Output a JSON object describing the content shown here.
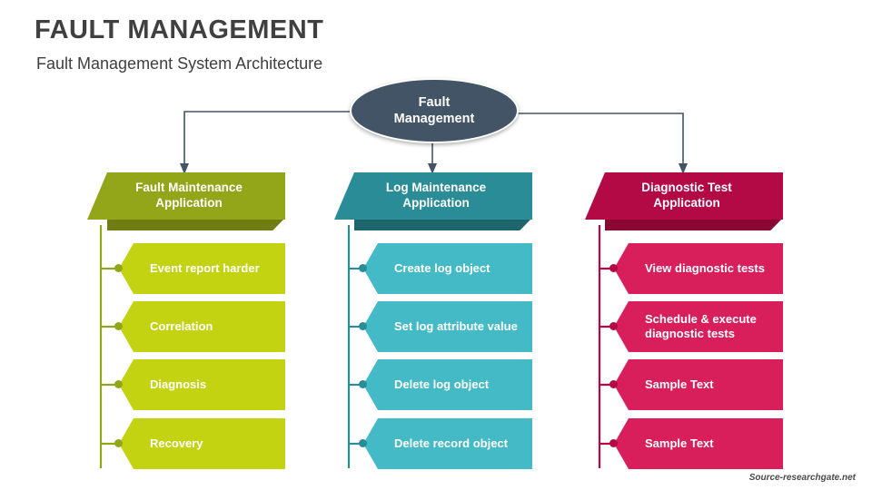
{
  "header": {
    "title": "Fault Management",
    "subtitle": "Fault Management System Architecture",
    "source": "Source-researchgate.net"
  },
  "diagram": {
    "type": "tree",
    "root": {
      "label": "Fault\nManagement",
      "line1": "Fault",
      "line2": "Management",
      "color": "#425466"
    },
    "branches": [
      {
        "header_line1": "Fault Maintenance",
        "header_line2": "Application",
        "header_color": "#93a61a",
        "header_shadow_color": "#6f7d12",
        "item_color": "#c3d312",
        "items": [
          {
            "label": "Event report harder"
          },
          {
            "label": "Correlation"
          },
          {
            "label": "Diagnosis"
          },
          {
            "label": "Recovery"
          }
        ]
      },
      {
        "header_line1": "Log Maintenance",
        "header_line2": "Application",
        "header_color": "#2a8c96",
        "header_shadow_color": "#1d666e",
        "item_color": "#44bac6",
        "items": [
          {
            "label": "Create log object"
          },
          {
            "label": "Set log attribute value"
          },
          {
            "label": "Delete log object"
          },
          {
            "label": "Delete record object"
          }
        ]
      },
      {
        "header_line1": "Diagnostic Test",
        "header_line2": "Application",
        "header_color": "#b30a45",
        "header_shadow_color": "#8a0733",
        "item_color": "#d81e5b",
        "items": [
          {
            "label": "View diagnostic tests"
          },
          {
            "label": "Schedule & execute\ndiagnostic tests",
            "line1": "Schedule & execute",
            "line2": "diagnostic tests"
          },
          {
            "label": "Sample Text"
          },
          {
            "label": "Sample Text"
          }
        ]
      }
    ]
  }
}
